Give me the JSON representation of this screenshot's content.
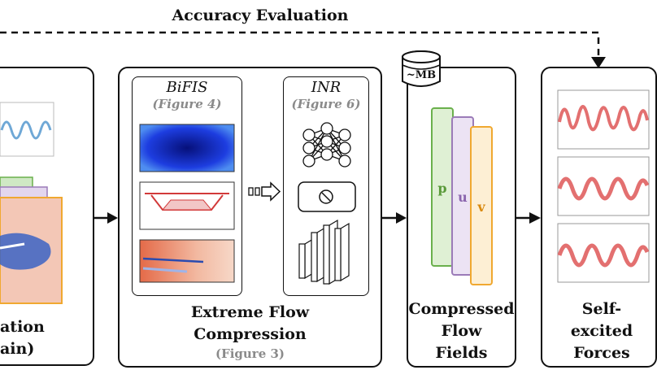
{
  "top_arrow": {
    "label": "Accuracy Evaluation"
  },
  "left_stage": {
    "line1": "ation",
    "line2": "ain)"
  },
  "compression_stage": {
    "bifis": {
      "title": "BiFIS",
      "figure": "(Figure 4)"
    },
    "inr": {
      "title": "INR",
      "figure": "(Figure 6)"
    },
    "title_line1": "Extreme Flow",
    "title_line2": "Compression",
    "figure": "(Figure 3)"
  },
  "storage_badge": {
    "label": "~MB"
  },
  "compressed_stage": {
    "cards": [
      {
        "label": "p",
        "color": "#6ab04c"
      },
      {
        "label": "u",
        "color": "#9b7bb8"
      },
      {
        "label": "v",
        "color": "#f0a830"
      }
    ],
    "title_line1": "Compressed",
    "title_line2": "Flow",
    "title_line3": "Fields"
  },
  "forces_stage": {
    "title_line1": "Self-",
    "title_line2": "excited",
    "title_line3": "Forces"
  }
}
